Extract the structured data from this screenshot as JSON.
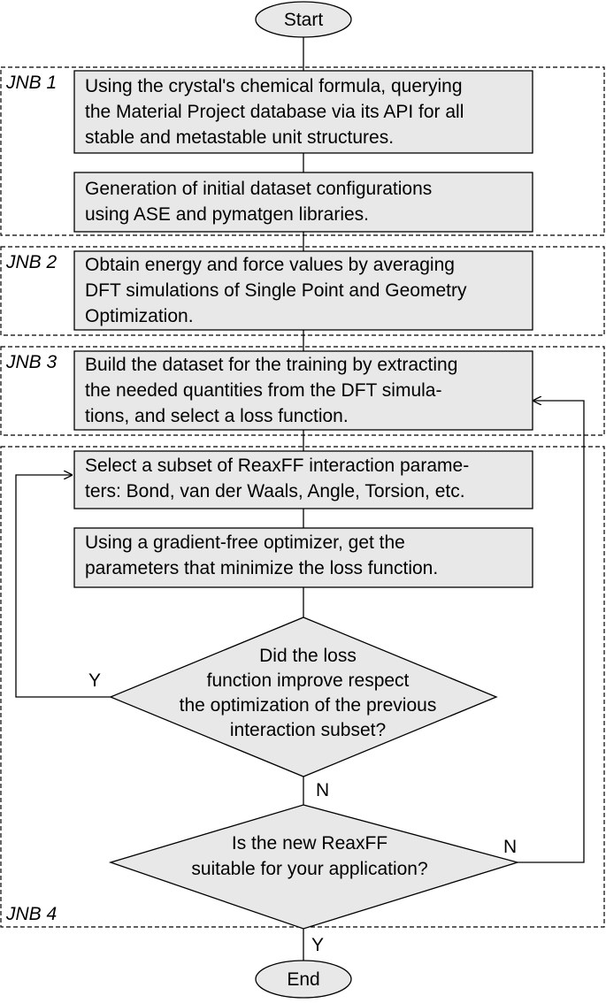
{
  "colors": {
    "box_fill": "#e8e8e8",
    "line": "#000000",
    "background": "#ffffff"
  },
  "terminals": {
    "start": "Start",
    "end": "End"
  },
  "sections": [
    "JNB 1",
    "JNB 2",
    "JNB 3",
    "JNB 4"
  ],
  "steps": {
    "query": [
      "Using the crystal's chemical formula, querying",
      "the Material Project database via its API for all",
      "stable and metastable unit structures."
    ],
    "generate": [
      "Generation of initial dataset configurations",
      "using ASE and pymatgen libraries."
    ],
    "dft": [
      "Obtain energy and force values by averaging",
      "DFT simulations of Single Point and Geometry",
      "Optimization."
    ],
    "build": [
      "Build the dataset for the training by extracting",
      "the needed quantities from the DFT simula-",
      "tions, and select a loss function."
    ],
    "select": [
      "Select a subset of ReaxFF interaction parame-",
      "ters: Bond, van der Waals, Angle, Torsion, etc."
    ],
    "optimize": [
      "Using a gradient-free optimizer, get the",
      "parameters that minimize the loss function."
    ]
  },
  "decisions": {
    "improve": [
      "Did the loss",
      "function improve respect",
      "the optimization of the previous",
      "interaction subset?"
    ],
    "suitable": [
      "Is the new ReaxFF",
      "suitable for your application?"
    ]
  },
  "edge_labels": {
    "improve_yes": "Y",
    "improve_no": "N",
    "suitable_no": "N",
    "suitable_yes": "Y"
  }
}
